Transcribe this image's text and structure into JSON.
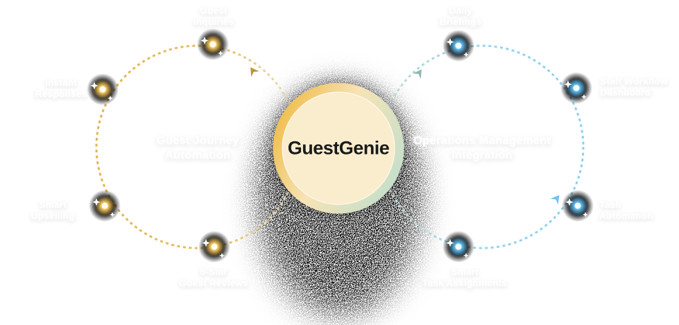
{
  "diagram": {
    "center": {
      "title": "GuestGenie"
    },
    "left_loop": {
      "title_line1": "Guest Journey",
      "title_line2": "Automation",
      "nodes": {
        "top": {
          "line1": "Guest",
          "line2": "Inquiries"
        },
        "upper_left": {
          "line1": "Instant",
          "line2": "Responses"
        },
        "lower_left": {
          "line1": "Smart",
          "line2": "Upselling"
        },
        "bottom": {
          "line1": "5-Star",
          "line2": "Guest Reviews"
        }
      }
    },
    "right_loop": {
      "title_line1": "Operations Management",
      "title_line2": "Integration",
      "nodes": {
        "top": {
          "line1": "Daily",
          "line2": "Briefings"
        },
        "upper_right": {
          "line1": "Staff Workflow",
          "line2": "Dashboard"
        },
        "lower_right": {
          "line1": "Task",
          "line2": "Automation"
        },
        "bottom": {
          "line1": "Smart",
          "line2": "Task Assignments"
        }
      }
    },
    "colors": {
      "gold_stroke": "#E3B54F",
      "gold_fade": "#E8E2C4",
      "blue_stroke": "#8ED0F2",
      "blue_fade": "#BFDFD2",
      "ring_gold": "#F0BE4D",
      "ring_cream": "#F6E3B6",
      "ring_teal": "#C5DFCB",
      "center_fill": "#FAEDCD",
      "title_text": "#1A1A1A",
      "label_text": "#FFFFFF"
    }
  }
}
